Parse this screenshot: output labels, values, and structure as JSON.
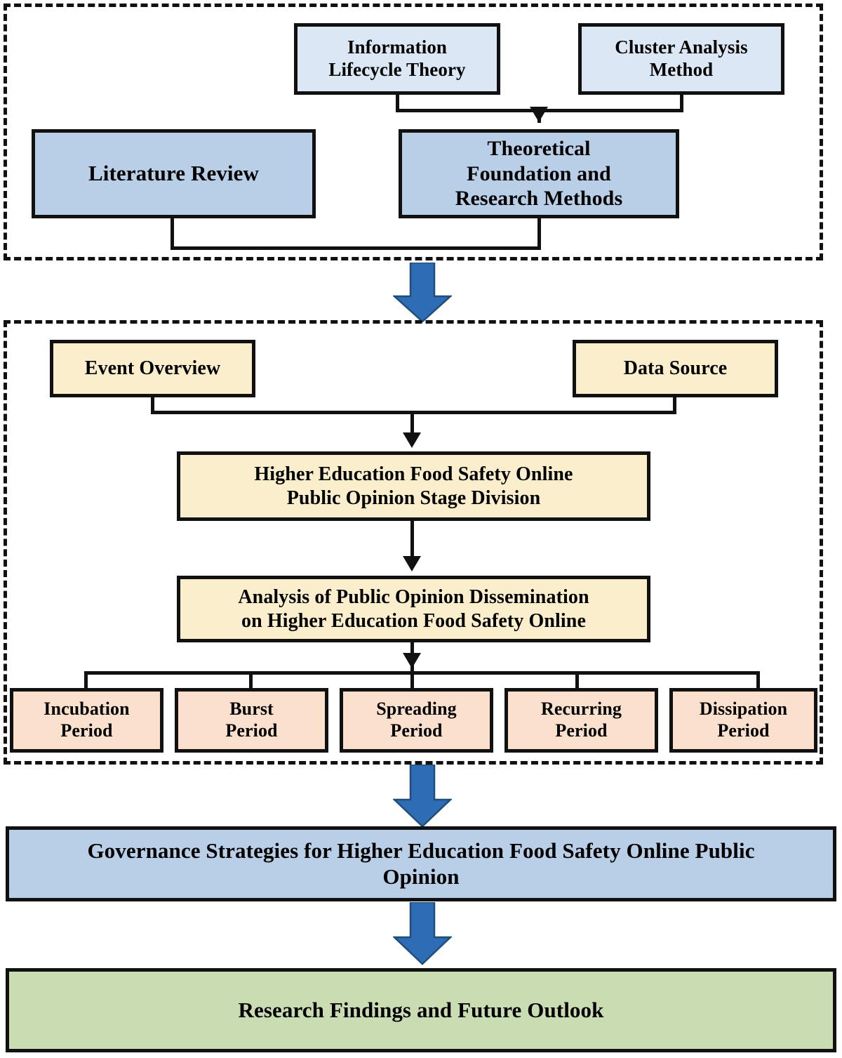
{
  "diagram": {
    "title": "Research Framework Flowchart",
    "colors": {
      "light_blue": "#dce7f5",
      "blue": "#b9cfe8",
      "cream": "#fbeecd",
      "peach": "#fbe0cd",
      "green": "#cadcb2",
      "arrow_blue": "#2e6cb5",
      "arrow_blue_border": "#1f4e79",
      "outline": "#111111"
    },
    "sections": [
      {
        "id": "section-theory",
        "label": ""
      },
      {
        "id": "section-analysis",
        "label": ""
      }
    ],
    "nodes": {
      "information_lifecycle_theory": "Information\nLifecycle Theory",
      "information_lifecycle_theory_l1": "Information",
      "information_lifecycle_theory_l2": "Lifecycle Theory",
      "cluster_analysis_method_l1": "Cluster Analysis",
      "cluster_analysis_method_l2": "Method",
      "literature_review": "Literature Review",
      "theoretical_foundation_l1": "Theoretical",
      "theoretical_foundation_l2": "Foundation and",
      "theoretical_foundation_l3": "Research Methods",
      "event_overview": "Event Overview",
      "data_source": "Data Source",
      "stage_division_l1": "Higher Education Food Safety Online",
      "stage_division_l2": "Public Opinion Stage Division",
      "dissemination_l1": "Analysis of Public Opinion Dissemination",
      "dissemination_l2": "on Higher Education Food Safety Online",
      "governance_l1": "Governance Strategies for Higher Education Food Safety Online Public",
      "governance_l2": "Opinion",
      "research_findings": "Research Findings and Future Outlook"
    },
    "periods": [
      {
        "line1": "Incubation",
        "line2": "Period"
      },
      {
        "line1": "Burst",
        "line2": "Period"
      },
      {
        "line1": "Spreading",
        "line2": "Period"
      },
      {
        "line1": "Recurring",
        "line2": "Period"
      },
      {
        "line1": "Dissipation",
        "line2": "Period"
      }
    ]
  }
}
